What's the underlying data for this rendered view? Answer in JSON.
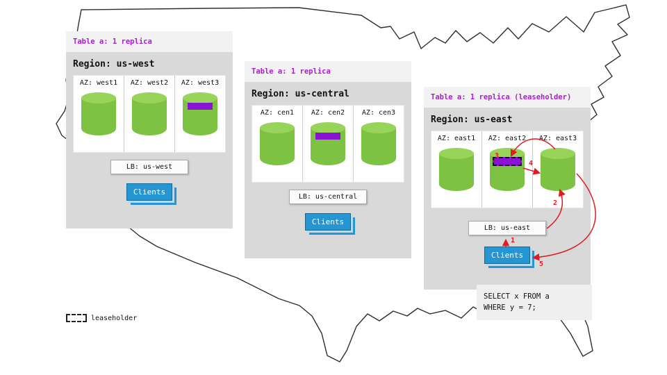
{
  "colors": {
    "accent_purple": "#b01ad8",
    "replica_purple": "#8a12d4",
    "db_green": "#7dc242",
    "db_green_top": "#98d45a",
    "clients_blue": "#2596d1",
    "arrow_red": "#e01b24",
    "panel_gray": "#d9d9d9",
    "header_gray": "#f2f2f2"
  },
  "regions": [
    {
      "table_label": "Table a: 1 replica",
      "region_label": "Region: us-west",
      "azs": [
        {
          "label": "AZ: west1",
          "has_replica": false
        },
        {
          "label": "AZ: west2",
          "has_replica": false
        },
        {
          "label": "AZ: west3",
          "has_replica": true,
          "is_leaseholder": false
        }
      ],
      "lb_label": "LB: us-west",
      "clients_label": "Clients"
    },
    {
      "table_label": "Table a: 1 replica",
      "region_label": "Region: us-central",
      "azs": [
        {
          "label": "AZ: cen1",
          "has_replica": false
        },
        {
          "label": "AZ: cen2",
          "has_replica": true,
          "is_leaseholder": false
        },
        {
          "label": "AZ: cen3",
          "has_replica": false
        }
      ],
      "lb_label": "LB: us-central",
      "clients_label": "Clients"
    },
    {
      "table_label": "Table a: 1 replica (leaseholder)",
      "region_label": "Region: us-east",
      "azs": [
        {
          "label": "AZ: east1",
          "has_replica": false
        },
        {
          "label": "AZ: east2",
          "has_replica": true,
          "is_leaseholder": true
        },
        {
          "label": "AZ: east3",
          "has_replica": false
        }
      ],
      "lb_label": "LB: us-east",
      "clients_label": "Clients"
    }
  ],
  "query_flow": {
    "step_labels": [
      "1",
      "2",
      "3",
      "4",
      "5"
    ]
  },
  "sql_note": {
    "line1": "SELECT x FROM a",
    "line2": "WHERE y = 7;"
  },
  "legend": {
    "label": "leaseholder"
  }
}
